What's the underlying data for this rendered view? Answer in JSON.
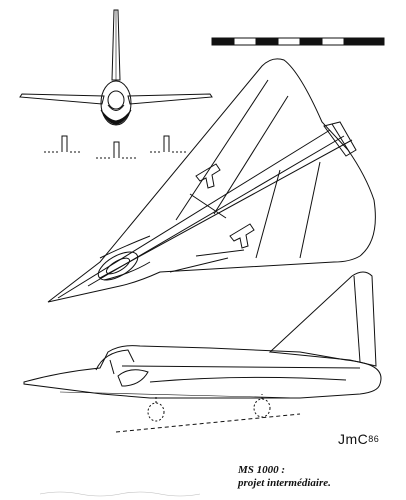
{
  "caption": {
    "title": "MS 1000 :",
    "subtitle": "projet intermédiaire."
  },
  "signature": {
    "initials": "JmC",
    "year": "86"
  },
  "colors": {
    "ink": "#111111",
    "paper": "#ffffff"
  }
}
